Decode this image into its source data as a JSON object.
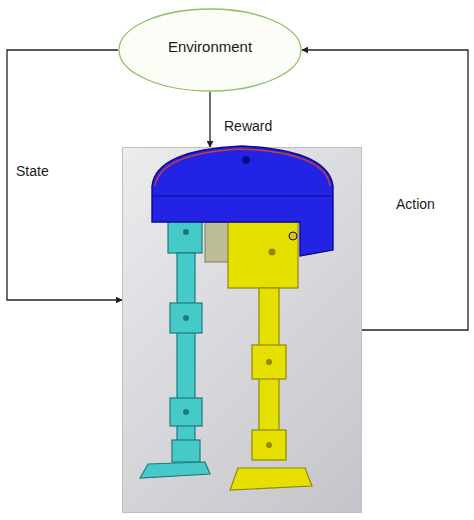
{
  "diagram": {
    "nodes": [
      {
        "text": [
          "Environment"
        ]
      },
      {
        "text": []
      }
    ],
    "edges": [
      {
        "from": 0,
        "to": 1,
        "arrow": "to",
        "label": "State"
      },
      {
        "from": 0,
        "to": 1,
        "arrow": "to",
        "label": "Reward"
      },
      {
        "from": 1,
        "to": 0,
        "arrow": "to",
        "label": "Action"
      }
    ]
  }
}
